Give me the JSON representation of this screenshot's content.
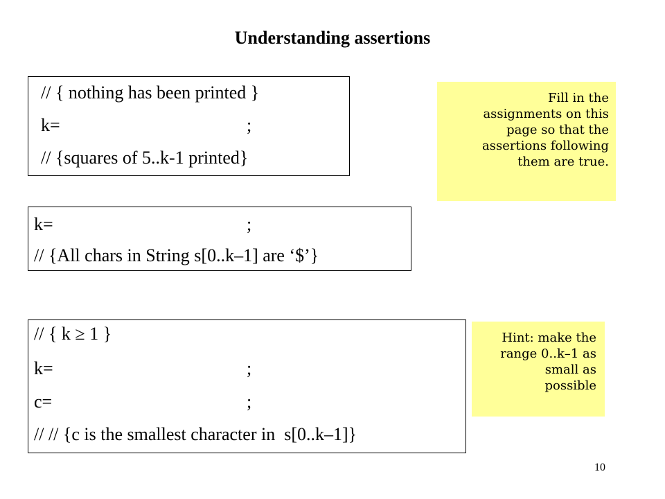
{
  "title": "Understanding assertions",
  "box1": {
    "line1": "// { nothing has been printed }",
    "line2_label": "k=",
    "line2_semicolon": ";",
    "line3": "// {squares of 5..k-1 printed}"
  },
  "box2": {
    "line1_label": "k=",
    "line1_semicolon": ";",
    "line2": "// {All chars in String s[0..k–1] are ‘$’}"
  },
  "box3": {
    "line1": "// { k ≥ 1 }",
    "line2_label": "k=",
    "line2_semicolon": ";",
    "line3_label": "c=",
    "line3_semicolon": ";",
    "line4": "// // {c is the smallest character in  s[0..k–1]}"
  },
  "note1": {
    "lines": [
      "Fill in the",
      "assignments on this",
      "page so that the",
      "assertions following",
      "them are true."
    ]
  },
  "note2": {
    "lines": [
      "Hint: make the",
      "range 0..k–1 as",
      "small as",
      "possible"
    ]
  },
  "page_number": "10",
  "colors": {
    "note_background": "#ffff99",
    "box_border": "#000000"
  }
}
